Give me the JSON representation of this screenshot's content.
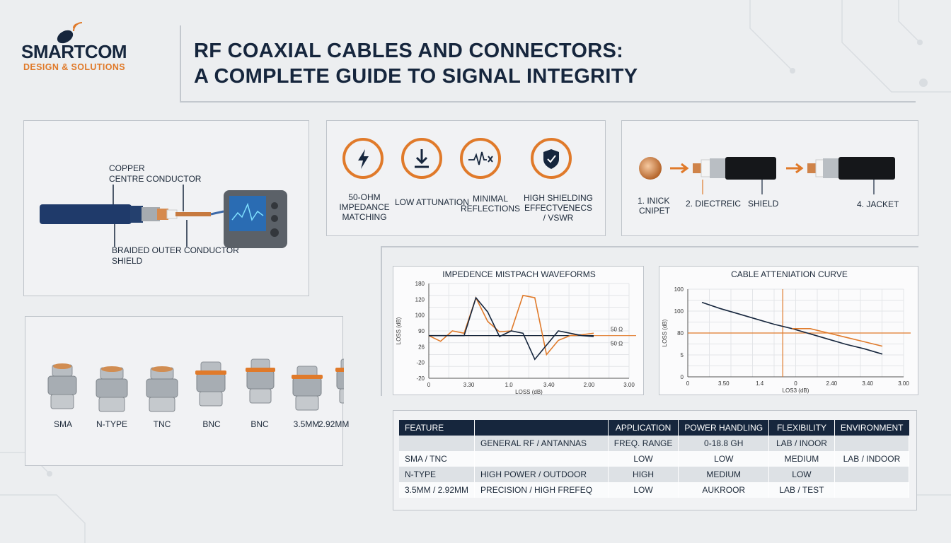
{
  "brand": {
    "name": "SMARTCOM",
    "tagline": "DESIGN & SOLUTIONS",
    "colors": {
      "navy": "#16263d",
      "orange": "#e07a2a"
    }
  },
  "title": {
    "line1": "RF COAXIAL CABLES AND CONNECTORS:",
    "line2": "A COMPLETE GUIDE TO SIGNAL INTEGRITY"
  },
  "cable_panel": {
    "label_top_1": "COPPER",
    "label_top_2": "CENTRE CONDUCTOR",
    "label_bottom_1": "BRAIDED OUTER CONDUCTOR",
    "label_bottom_2": "SHIELD"
  },
  "features": [
    {
      "icon": "lightning-icon",
      "label": "50-OHM\nIMPEDANCE\nMATCHING"
    },
    {
      "icon": "download-arrow-icon",
      "label": "LOW ATTUNATION"
    },
    {
      "icon": "waveform-x-icon",
      "label": "MINIMAL\nREFLECTIONS"
    },
    {
      "icon": "shield-icon",
      "label": "HIGH SHIELDING\nEFFECTVENECS\n/ VSWR"
    }
  ],
  "layers": {
    "step1_1": "1. INICK",
    "step1_2": "CNIPET",
    "step2": "2. DIECTREIC",
    "step3": "SHIELD",
    "step4": "4. JACKET"
  },
  "connectors": [
    "SMA",
    "N-TYPE",
    "TNC",
    "BNC",
    "BNC",
    "3.5MM",
    "2.92MM"
  ],
  "chart_data": [
    {
      "type": "line",
      "title": "IMPEDENCE MISTPACH WAVEFORMS",
      "xlabel": "LOSS (dB)",
      "ylabel": "LOSS (dB)",
      "y_ticks": [
        "180",
        "120",
        "100",
        "90",
        "26",
        "-20",
        "-20"
      ],
      "x_ticks": [
        "0",
        "3.30",
        "1.0",
        "3.40",
        "2.00",
        "3.00"
      ],
      "annotations": [
        "50 Ω",
        "50 Ω"
      ],
      "series": [
        {
          "color": "#e07a2a",
          "values": [
            90,
            78,
            100,
            95,
            170,
            120,
            98,
            100,
            175,
            170,
            50,
            80,
            90,
            92,
            95
          ]
        },
        {
          "color": "#16263d",
          "values": [
            90,
            90,
            90,
            90,
            170,
            140,
            88,
            100,
            95,
            40,
            70,
            100,
            95,
            90,
            88
          ]
        }
      ],
      "grid": true
    },
    {
      "type": "line",
      "title": "CABLE ATTENIATION CURVE",
      "xlabel": "LOS3 (dB)",
      "ylabel": "LOSS (dB)",
      "y_ticks": [
        "100",
        "100",
        "80",
        "5",
        "0"
      ],
      "x_ticks": [
        "0",
        "3.50",
        "1.4",
        "0",
        "2.40",
        "3.40",
        "3.00"
      ],
      "series": [
        {
          "color": "#16263d",
          "values": [
            85,
            78,
            72,
            66,
            60,
            55,
            49,
            43,
            37,
            32,
            26
          ]
        },
        {
          "color": "#e07a2a",
          "values": [
            null,
            null,
            null,
            null,
            null,
            55,
            55,
            50,
            45,
            40,
            35
          ]
        }
      ],
      "grid": true
    }
  ],
  "table": {
    "headers": [
      "FEATURE",
      "",
      "APPLICATION",
      "POWER HANDLING",
      "FLEXIBILITY",
      "ENVIRONMENT"
    ],
    "rows": [
      [
        "",
        "GENERAL RF / ANTANNAS",
        "FREQ. RANGE",
        "0-18.8 GH",
        "LAB / INOOR",
        ""
      ],
      [
        "SMA / TNC",
        "",
        "LOW",
        "LOW",
        "MEDIUM",
        "LAB / INDOOR"
      ],
      [
        "N-TYPE",
        "HIGH POWER / OUTDOOR",
        "HIGH",
        "MEDIUM",
        "LOW",
        ""
      ],
      [
        "3.5MM / 2.92MM",
        "PRECISION / HIGH FREFEQ",
        "LOW",
        "AUKROOR",
        "LAB / TEST",
        ""
      ]
    ]
  }
}
